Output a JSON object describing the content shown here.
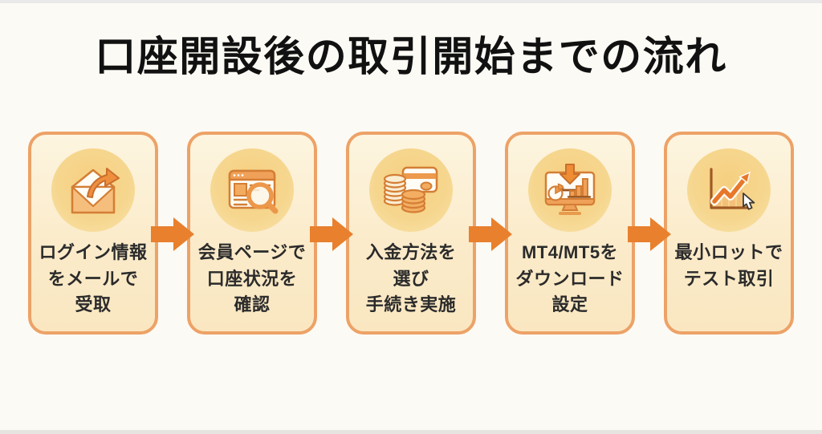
{
  "title": "口座開設後の取引開始までの流れ",
  "colors": {
    "background": "#FCFAF4",
    "card_border": "#EDA267",
    "card_background_top": "#FDF5E0",
    "card_background_bottom": "#FAE7C1",
    "icon_circle": "#F5D187",
    "arrow": "#E8802E",
    "title_text": "#111111",
    "label_text": "#2B2B2B"
  },
  "steps": [
    {
      "icon": "email-receive-icon",
      "label": "ログイン情報\nをメールで\n受取"
    },
    {
      "icon": "member-page-check-icon",
      "label": "会員ページで\n口座状況を\n確認"
    },
    {
      "icon": "deposit-method-icon",
      "label": "入金方法を\n選び\n手続き実施"
    },
    {
      "icon": "mt-download-icon",
      "label": "MT4/MT5を\nダウンロード\n設定"
    },
    {
      "icon": "test-trade-icon",
      "label": "最小ロットで\nテスト取引"
    }
  ],
  "arrow_count": 4
}
